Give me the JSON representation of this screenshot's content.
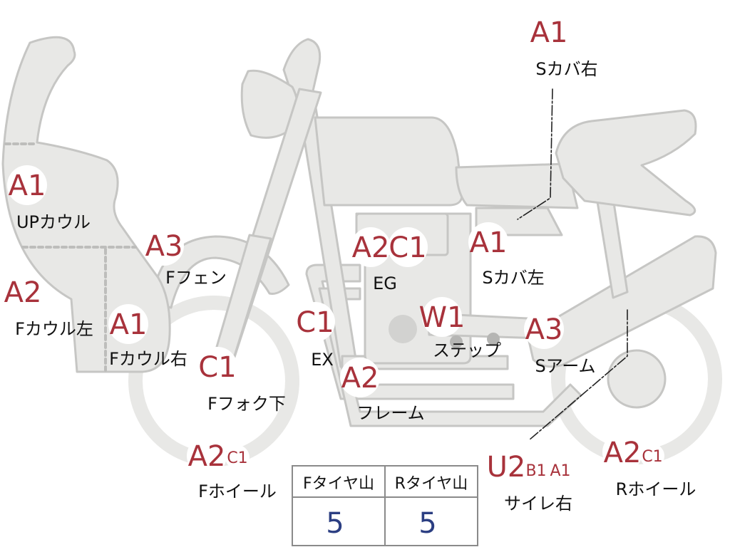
{
  "colors": {
    "bike_fill": "#e8e8e6",
    "bike_stroke": "#c6c6c4",
    "grade_text": "#a8323b",
    "label_text": "#111111",
    "tire_value": "#2b3e82",
    "table_border": "#8a8a8a"
  },
  "parts": [
    {
      "id": "up-cowl",
      "label": "UPカウル",
      "grades": [
        {
          "text": "A1",
          "size": "big"
        }
      ]
    },
    {
      "id": "f-cowl-left",
      "label": "Fカウル左",
      "grades": [
        {
          "text": "A2",
          "size": "big"
        }
      ]
    },
    {
      "id": "f-cowl-right",
      "label": "Fカウル右",
      "grades": [
        {
          "text": "A1",
          "size": "big"
        }
      ]
    },
    {
      "id": "f-fender",
      "label": "Fフェン",
      "grades": [
        {
          "text": "A3",
          "size": "big"
        }
      ]
    },
    {
      "id": "f-fork-lower",
      "label": "Fフォク下",
      "grades": [
        {
          "text": "C1",
          "size": "big"
        }
      ]
    },
    {
      "id": "f-wheel",
      "label": "Fホイール",
      "grades": [
        {
          "text": "A2",
          "size": "big"
        },
        {
          "text": "C1",
          "size": "small"
        }
      ]
    },
    {
      "id": "ex",
      "label": "EX",
      "grades": [
        {
          "text": "C1",
          "size": "big"
        }
      ]
    },
    {
      "id": "eg",
      "label": "EG",
      "grades": [
        {
          "text": "A2",
          "size": "big"
        },
        {
          "text": "C1",
          "size": "big"
        }
      ]
    },
    {
      "id": "frame",
      "label": "フレーム",
      "grades": [
        {
          "text": "A2",
          "size": "big"
        }
      ]
    },
    {
      "id": "step",
      "label": "ステップ",
      "grades": [
        {
          "text": "W1",
          "size": "big"
        }
      ]
    },
    {
      "id": "s-cover-left",
      "label": "Sカバ左",
      "grades": [
        {
          "text": "A1",
          "size": "big"
        }
      ]
    },
    {
      "id": "s-cover-right",
      "label": "Sカバ右",
      "grades": [
        {
          "text": "A1",
          "size": "big"
        }
      ]
    },
    {
      "id": "s-arm",
      "label": "Sアーム",
      "grades": [
        {
          "text": "A3",
          "size": "big"
        }
      ]
    },
    {
      "id": "silencer-right",
      "label": "サイレ右",
      "grades": [
        {
          "text": "U2",
          "size": "big"
        },
        {
          "text": "B1",
          "size": "small"
        },
        {
          "text": "A1",
          "size": "small"
        }
      ]
    },
    {
      "id": "r-wheel",
      "label": "Rホイール",
      "grades": [
        {
          "text": "A2",
          "size": "big"
        },
        {
          "text": "C1",
          "size": "small"
        }
      ]
    }
  ],
  "tires": [
    {
      "id": "front",
      "header": "Fタイヤ山",
      "value": "5"
    },
    {
      "id": "rear",
      "header": "Rタイヤ山",
      "value": "5"
    }
  ]
}
